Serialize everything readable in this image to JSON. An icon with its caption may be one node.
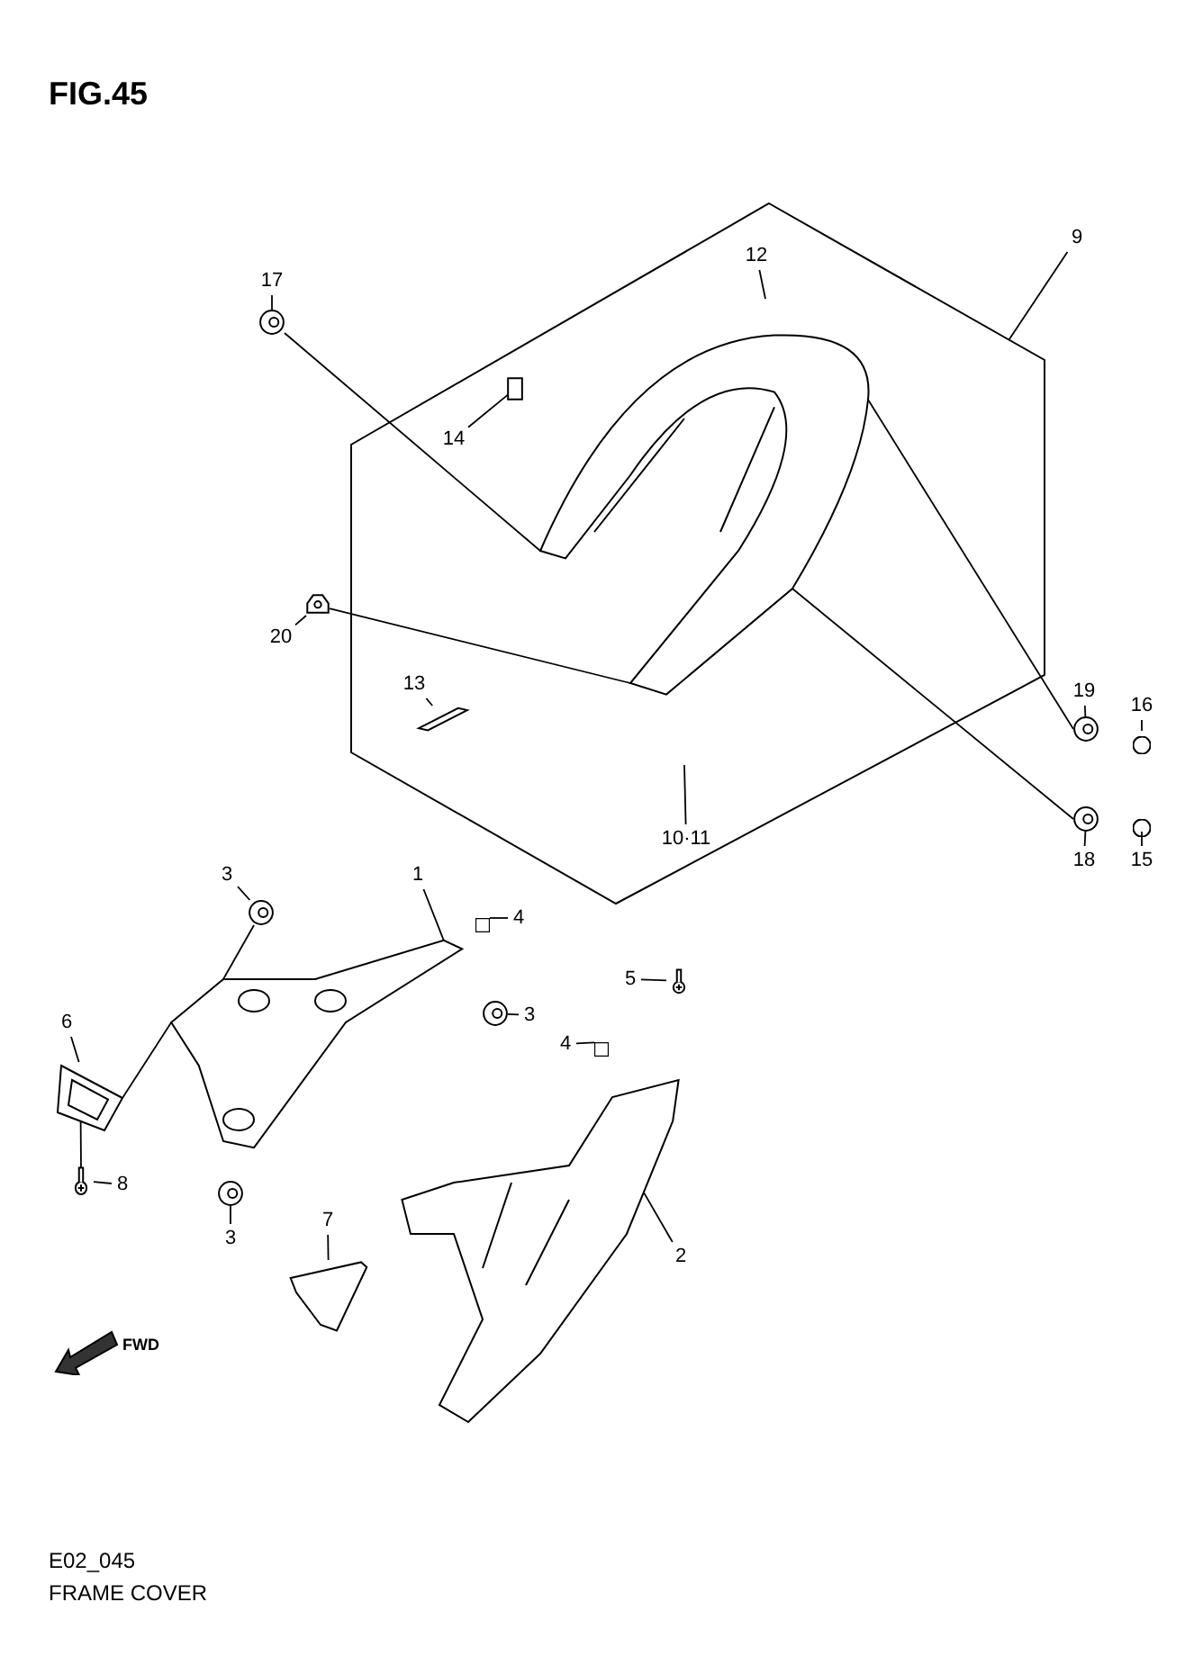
{
  "diagram": {
    "title": "FIG.45",
    "caption": "FRAME COVER",
    "nodes": [
      {
        "text": [
          "9"
        ]
      },
      {
        "text": [],
        "shape": "hexagon"
      },
      {
        "text": [],
        "shape": "picture",
        "in": 1
      },
      {
        "text": [
          "12"
        ],
        "in": 1
      },
      {
        "text": [
          "17"
        ]
      },
      {
        "text": [],
        "shape": "picture"
      },
      {
        "text": [
          "14"
        ],
        "in": 1
      },
      {
        "text": [],
        "shape": "box",
        "in": 1
      },
      {
        "text": [
          "13"
        ],
        "in": 1
      },
      {
        "text": [],
        "shape": "picture",
        "in": 1
      },
      {
        "text": [
          "10·11"
        ],
        "in": 1
      },
      {
        "text": [
          "20"
        ]
      },
      {
        "text": [],
        "shape": "picture"
      },
      {
        "text": [
          "19"
        ]
      },
      {
        "text": [],
        "shape": "picture"
      },
      {
        "text": [
          "16"
        ]
      },
      {
        "text": [],
        "shape": "circle"
      },
      {
        "text": [
          "18"
        ]
      },
      {
        "text": [],
        "shape": "picture"
      },
      {
        "text": [
          "15"
        ]
      },
      {
        "text": [],
        "shape": "circle"
      },
      {
        "text": [
          "1"
        ]
      },
      {
        "text": [],
        "shape": "picture"
      },
      {
        "text": [
          "3"
        ]
      },
      {
        "text": [],
        "shape": "picture"
      },
      {
        "text": [
          "4"
        ]
      },
      {
        "text": [],
        "shape": "box"
      },
      {
        "text": [
          "3"
        ]
      },
      {
        "text": [],
        "shape": "picture"
      },
      {
        "text": [
          "6"
        ]
      },
      {
        "text": [],
        "shape": "picture"
      },
      {
        "text": [
          "8"
        ]
      },
      {
        "text": [],
        "shape": "picture"
      },
      {
        "text": [
          "3"
        ]
      },
      {
        "text": [],
        "shape": "picture"
      },
      {
        "text": [
          "5"
        ]
      },
      {
        "text": [],
        "shape": "picture"
      },
      {
        "text": [
          "4"
        ]
      },
      {
        "text": [],
        "shape": "box"
      },
      {
        "text": [
          "7"
        ]
      },
      {
        "text": [],
        "shape": "picture"
      },
      {
        "text": [
          "2"
        ]
      },
      {
        "text": [],
        "shape": "picture"
      }
    ],
    "edges": [
      {
        "from": 0,
        "to": 1,
        "arrow": "none"
      },
      {
        "from": 3,
        "to": null,
        "arrow": "none"
      },
      {
        "from": 4,
        "to": 5,
        "arrow": "none"
      },
      {
        "from": 6,
        "to": 7,
        "arrow": "none"
      },
      {
        "from": 8,
        "to": 9,
        "arrow": "none"
      },
      {
        "from": 10,
        "to": null,
        "arrow": "none"
      },
      {
        "from": 11,
        "to": 12,
        "arrow": "none"
      },
      {
        "from": 13,
        "to": 14,
        "arrow": "none"
      },
      {
        "from": 15,
        "to": 16,
        "arrow": "none"
      },
      {
        "from": 17,
        "to": 18,
        "arrow": "none"
      },
      {
        "from": 19,
        "to": 20,
        "arrow": "none"
      },
      {
        "from": 21,
        "to": 22,
        "arrow": "none"
      },
      {
        "from": 23,
        "to": 24,
        "arrow": "none"
      },
      {
        "from": 25,
        "to": 26,
        "arrow": "none"
      },
      {
        "from": 27,
        "to": 28,
        "arrow": "none"
      },
      {
        "from": 29,
        "to": 30,
        "arrow": "none"
      },
      {
        "from": 31,
        "to": 32,
        "arrow": "none"
      },
      {
        "from": 33,
        "to": 34,
        "arrow": "none"
      },
      {
        "from": 35,
        "to": 36,
        "arrow": "none"
      },
      {
        "from": 37,
        "to": 38,
        "arrow": "none"
      },
      {
        "from": 39,
        "to": 40,
        "arrow": "none"
      },
      {
        "from": 41,
        "to": 42,
        "arrow": "none"
      },
      {
        "from": 5,
        "to": 2,
        "arrow": "none"
      },
      {
        "from": 12,
        "to": 2,
        "arrow": "none"
      },
      {
        "from": 14,
        "to": 2,
        "arrow": "none"
      },
      {
        "from": 18,
        "to": 2,
        "arrow": "none"
      },
      {
        "from": 24,
        "to": 22,
        "arrow": "none"
      },
      {
        "from": 30,
        "to": 22,
        "arrow": "none"
      },
      {
        "from": 32,
        "to": 30,
        "arrow": "none"
      }
    ],
    "labels": [
      "FWD",
      "E02_045"
    ]
  }
}
